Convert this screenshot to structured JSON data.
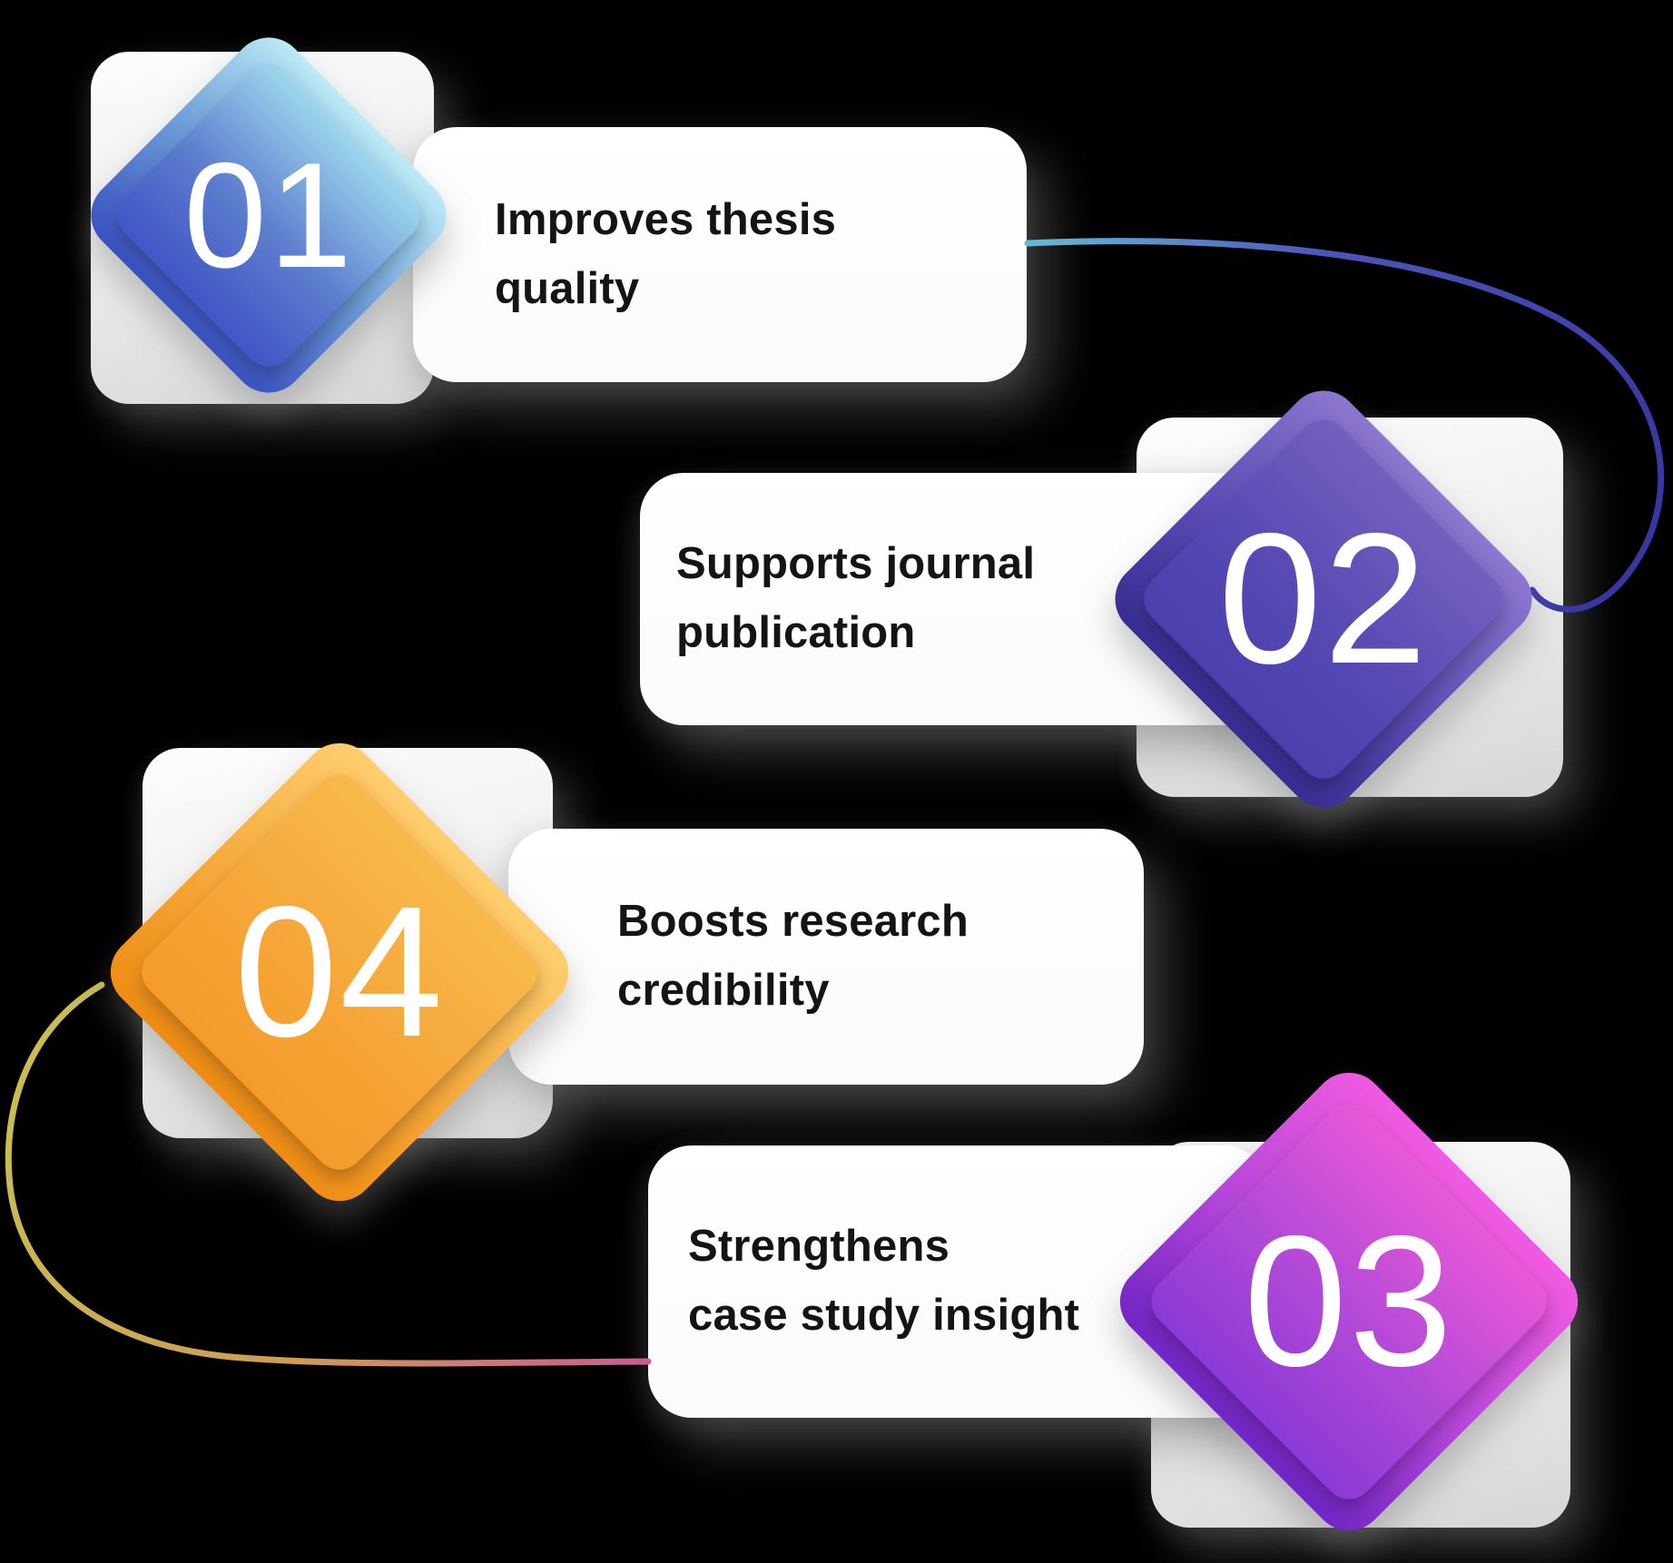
{
  "background_color": "#000000",
  "text_color": "#141414",
  "steps": [
    {
      "number": "01",
      "label": "Improves thesis quality",
      "label_lines": [
        "Improves thesis",
        "quality"
      ],
      "diamond_outer_gradient": {
        "top": "#bceaf6",
        "bottom": "#3a52c2"
      },
      "diamond_inner_gradient": {
        "top": "#9ed9ee",
        "bottom": "#4056c6"
      }
    },
    {
      "number": "02",
      "label": "Supports journal publication",
      "label_lines": [
        "Supports journal",
        "publication"
      ],
      "diamond_outer_gradient": {
        "top": "#8b77cf",
        "bottom": "#372e92"
      },
      "diamond_inner_gradient": {
        "top": "#7560c0",
        "bottom": "#4a3fae"
      }
    },
    {
      "number": "03",
      "label": "Strengthens case study insight",
      "label_lines": [
        "Strengthens",
        "case study insight"
      ],
      "diamond_outer_gradient": {
        "top": "#f05ae0",
        "bottom": "#7226c4"
      },
      "diamond_inner_gradient": {
        "top": "#e858d8",
        "bottom": "#8b3ad6"
      }
    },
    {
      "number": "04",
      "label": "Boosts research credibility",
      "label_lines": [
        "Boosts research",
        "credibility"
      ],
      "diamond_outer_gradient": {
        "top": "#fece6e",
        "bottom": "#ef8d15"
      },
      "diamond_inner_gradient": {
        "top": "#f8ba4c",
        "bottom": "#f59b2b"
      }
    }
  ],
  "connectors": [
    {
      "from": "01",
      "to": "02",
      "gradient_colors": [
        "#6ab8d8",
        "#4b57b8",
        "#3634a0"
      ]
    },
    {
      "from": "04",
      "to": "03",
      "gradient_colors": [
        "#c9bc52",
        "#cf9a55",
        "#cb5b95"
      ]
    }
  ]
}
